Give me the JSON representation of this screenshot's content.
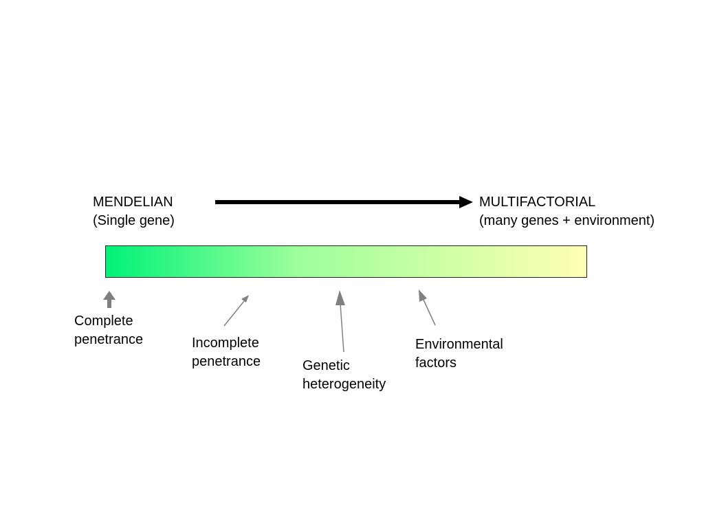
{
  "left_end": {
    "title": "MENDELIAN",
    "subtitle": "(Single gene)"
  },
  "right_end": {
    "title": "MULTIFACTORIAL",
    "subtitle": "(many genes + environment)"
  },
  "spectrum": {
    "start_color": "#00f279",
    "mid_color": "#9dff9a",
    "end_color": "#ffffb4"
  },
  "colors": {
    "main_arrow": "#000000",
    "pointer_arrow": "#808080"
  },
  "factors": [
    {
      "line1": "Complete",
      "line2": "penetrance"
    },
    {
      "line1": "Incomplete",
      "line2": "penetrance"
    },
    {
      "line1": "Genetic",
      "line2": "heterogeneity"
    },
    {
      "line1": "Environmental",
      "line2": "factors"
    }
  ]
}
